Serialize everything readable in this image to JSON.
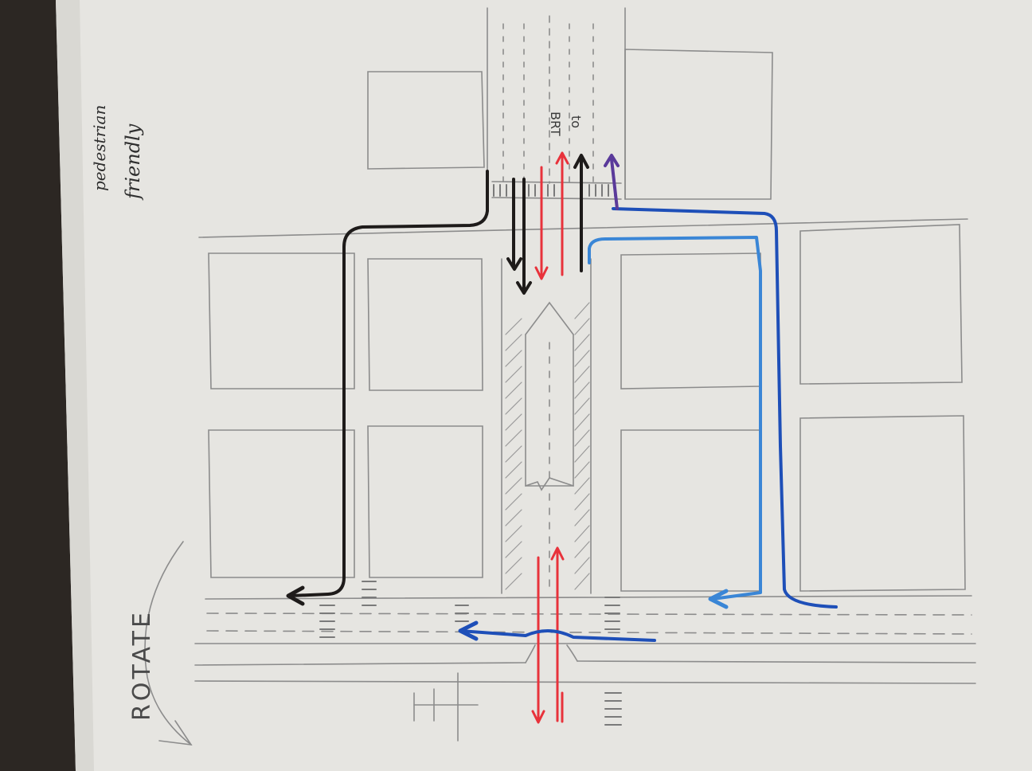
{
  "annotations": {
    "bus_label_top": "BRT",
    "bus_label_bottom": "to",
    "note_line_1": "pedestrian",
    "note_line_2": "friendly",
    "rotate_label": "ROTATE"
  },
  "colors": {
    "paper": "#e9e8e4",
    "pencil": "#8c8c8c",
    "black_path": "#1e1b1a",
    "red_path": "#e8323b",
    "blue_path": "#1e4fb8",
    "light_blue_path": "#3a86d6",
    "purple_path": "#5a3a9a"
  }
}
